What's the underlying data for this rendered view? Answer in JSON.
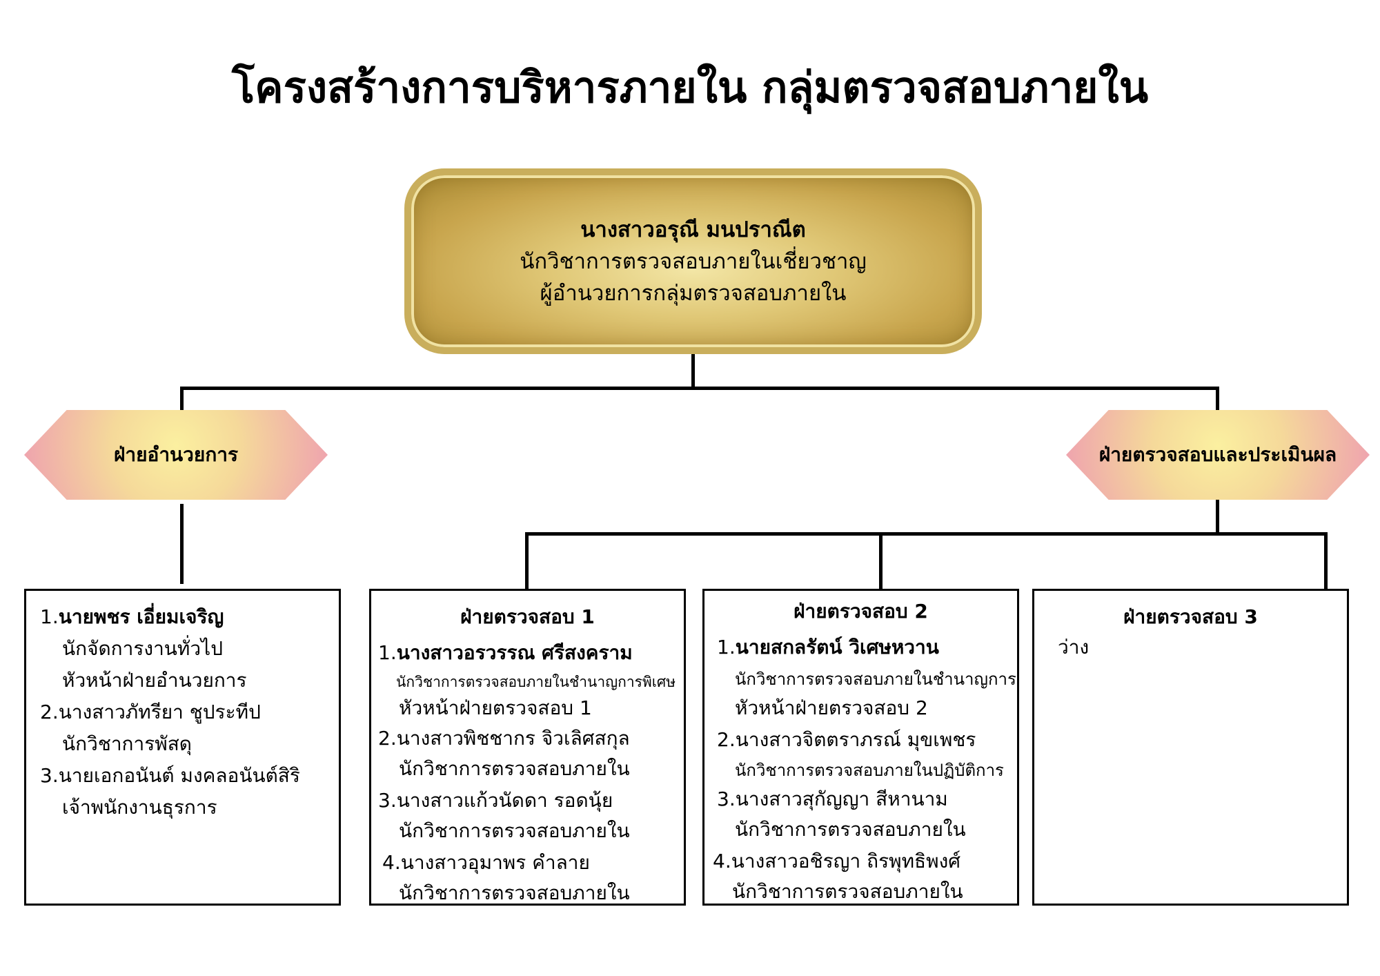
{
  "title": "โครงสร้างการบริหารภายใน กลุ่มตรวจสอบภายใน",
  "head": {
    "name": "นางสาวอรุณี  มนปราณีต",
    "position": "นักวิชาการตรวจสอบภายในเชี่ยวชาญ",
    "role": "ผู้อำนวยการกลุ่มตรวจสอบภายใน"
  },
  "divisions": {
    "admin": "ฝ่ายอำนวยการ",
    "audit": "ฝ่ายตรวจสอบและประเมินผล"
  },
  "admin_box": {
    "items": [
      {
        "num": "1.",
        "name": "นายพชร  เอี่ยมเจริญ",
        "lines": [
          "นักจัดการงานทั่วไป",
          "หัวหน้าฝ่ายอำนวยการ"
        ]
      },
      {
        "num": "2.",
        "name": "นางสาวภัทรียา  ชูประทีป",
        "lines": [
          "นักวิชาการพัสดุ"
        ]
      },
      {
        "num": "3.",
        "name": "นายเอกอนันต์  มงคลอนันต์สิริ",
        "lines": [
          "เจ้าพนักงานธุรการ"
        ]
      }
    ]
  },
  "audit1": {
    "title": "ฝ่ายตรวจสอบ 1",
    "items": [
      {
        "num": "1.",
        "name": "นางสาวอรวรรณ  ศรีสงคราม",
        "lines": [
          "นักวิชาการตรวจสอบภายในชำนาญการพิเศษ",
          "หัวหน้าฝ่ายตรวจสอบ 1"
        ]
      },
      {
        "num": "2.",
        "name": "นางสาวพิชชากร  จิวเลิศสกุล",
        "lines": [
          "นักวิชาการตรวจสอบภายใน"
        ]
      },
      {
        "num": "3.",
        "name": "นางสาวแก้วนัดดา  รอดนุ้ย",
        "lines": [
          "นักวิชาการตรวจสอบภายใน"
        ]
      },
      {
        "num": "4.",
        "name": "นางสาวอุมาพร  คำลาย",
        "lines": [
          "นักวิชาการตรวจสอบภายใน"
        ]
      }
    ]
  },
  "audit2": {
    "title": "ฝ่ายตรวจสอบ 2",
    "items": [
      {
        "num": "1.",
        "name": "นายสกลรัตน์  วิเศษหวาน",
        "lines": [
          "นักวิชาการตรวจสอบภายในชำนาญการ",
          "หัวหน้าฝ่ายตรวจสอบ 2"
        ]
      },
      {
        "num": "2.",
        "name": "นางสาวจิตตราภรณ์  มุขเพชร",
        "lines": [
          "นักวิชาการตรวจสอบภายในปฏิบัติการ"
        ]
      },
      {
        "num": "3.",
        "name": "นางสาวสุกัญญา  สีหานาม",
        "lines": [
          "นักวิชาการตรวจสอบภายใน"
        ]
      },
      {
        "num": "4.",
        "name": "นางสาวอชิรญา  ถิรพุทธิพงศ์",
        "lines": [
          "นักวิชาการตรวจสอบภายใน"
        ]
      }
    ]
  },
  "audit3": {
    "title": "ฝ่ายตรวจสอบ 3",
    "vacant": "ว่าง"
  }
}
